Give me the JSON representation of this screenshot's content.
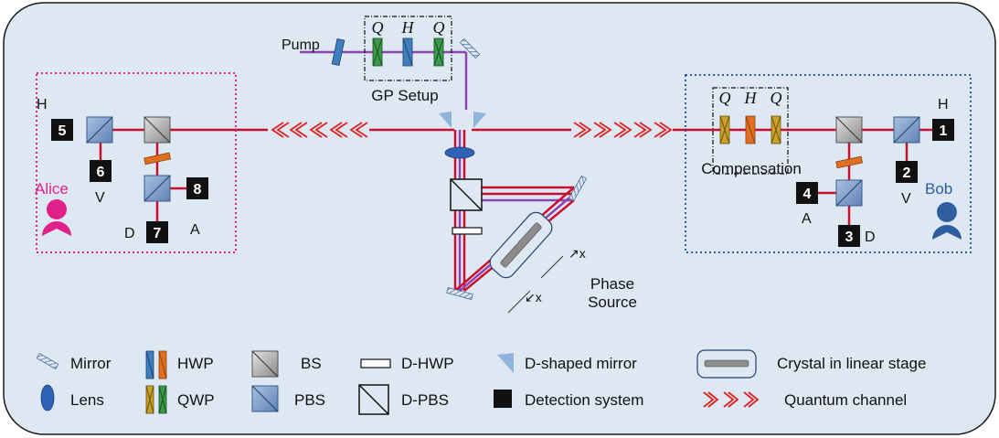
{
  "top": {
    "pump": "Pump",
    "gp_setup": "GP Setup",
    "gp_waveplates": [
      "Q",
      "H",
      "Q"
    ]
  },
  "alice": {
    "name": "Alice",
    "ports": [
      "H",
      "V",
      "D",
      "A"
    ],
    "detectors": [
      "5",
      "6",
      "7",
      "8"
    ]
  },
  "bob": {
    "name": "Bob",
    "ports": [
      "H",
      "V",
      "A",
      "D"
    ],
    "detectors": [
      "1",
      "2",
      "4",
      "3"
    ],
    "compensation": "Compensation",
    "comp_waveplates": [
      "Q",
      "H",
      "Q"
    ]
  },
  "source": {
    "label_line1": "Phase",
    "label_line2": "Source",
    "arrow_labels": [
      "x",
      "x"
    ]
  },
  "legend": {
    "mirror": "Mirror",
    "lens": "Lens",
    "hwp": "HWP",
    "qwp": "QWP",
    "bs": "BS",
    "pbs": "PBS",
    "dhwp": "D-HWP",
    "dpbs": "D-PBS",
    "dmirror": "D-shaped mirror",
    "detection": "Detection system",
    "crystal": "Crystal in linear stage",
    "channel": "Quantum channel"
  },
  "colors": {
    "panel_bg": "#dde8f3",
    "beam_red": "#c8102e",
    "beam_purple": "#8e44ad",
    "alice_color": "#e0218a",
    "bob_color": "#2f5d9e",
    "hwp_orange": "#e0701f",
    "qwp_green": "#3a9a48",
    "qwp_yellow": "#c9a227",
    "pbs_blue": "#7f9fc9",
    "bs_gray": "#b0b0b0"
  }
}
